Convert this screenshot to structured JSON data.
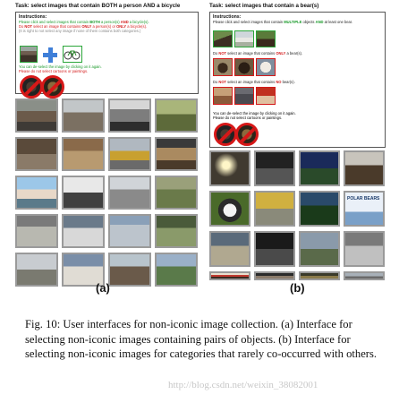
{
  "panel_a": {
    "task_title": "Task: select images that contain BOTH a person AND a bicycle",
    "instructions_heading": "Instructions:",
    "line1_a": "Please click and select images that contain ",
    "line1_b": "BOTH",
    "line1_c": " a person(s) ",
    "line1_d": "AND",
    "line1_e": " a bicycle(s).",
    "line2_a": "Do ",
    "line2_b": "NOT",
    "line2_c": " select an image that contains ",
    "line2_d": "ONLY",
    "line2_e": " a person(s) or ",
    "line2_f": "ONLY",
    "line2_g": " a bicycle(s).",
    "line3": "(It is right to not select any image if none of them contains both categories.)",
    "undo_note": "You can de-select the image by clicking on it again.",
    "no_cartoons_note": "Please do not select cartoons or paintings.",
    "sub_label": "(a)"
  },
  "panel_b": {
    "task_title": "Task: select images that contain a bear(s)",
    "instructions_heading": "Instructions:",
    "line1_a": "Please click and select images that contain ",
    "line1_b": "MULTIPLE",
    "line1_c": " objects ",
    "line1_d": "AND",
    "line1_e": " at least one bear.",
    "line2_a": "Do ",
    "line2_b": "NOT",
    "line2_c": " select an image that contains ",
    "line2_d": "ONLY",
    "line2_e": " a bear(s).",
    "line3_a": "Do ",
    "line3_b": "NOT",
    "line3_c": " select an image that contains ",
    "line3_d": "NO",
    "line3_e": " bear(s).",
    "undo_note": "You can de-select the image by clicking on it again.",
    "no_cartoons_note": "Please do not select cartoons or paintings.",
    "sub_label": "(b)",
    "polar_bears_text": "POLAR BEARS"
  },
  "caption": {
    "text": "Fig. 10: User interfaces for non-iconic image collection. (a) Interface for selecting non-iconic images containing pairs of objects. (b) Interface for selecting non-iconic images for categories that rarely co-occurred with others."
  },
  "watermark": {
    "text": "http://blog.csdn.net/weixin_38082001"
  },
  "colors": {
    "instruction_green": "#1a9a2a",
    "instruction_red": "#d41a1a",
    "plus_blue": "#3f7fd8",
    "no_sign_red": "#d61818",
    "thumb_border": "#9a9a9a"
  }
}
